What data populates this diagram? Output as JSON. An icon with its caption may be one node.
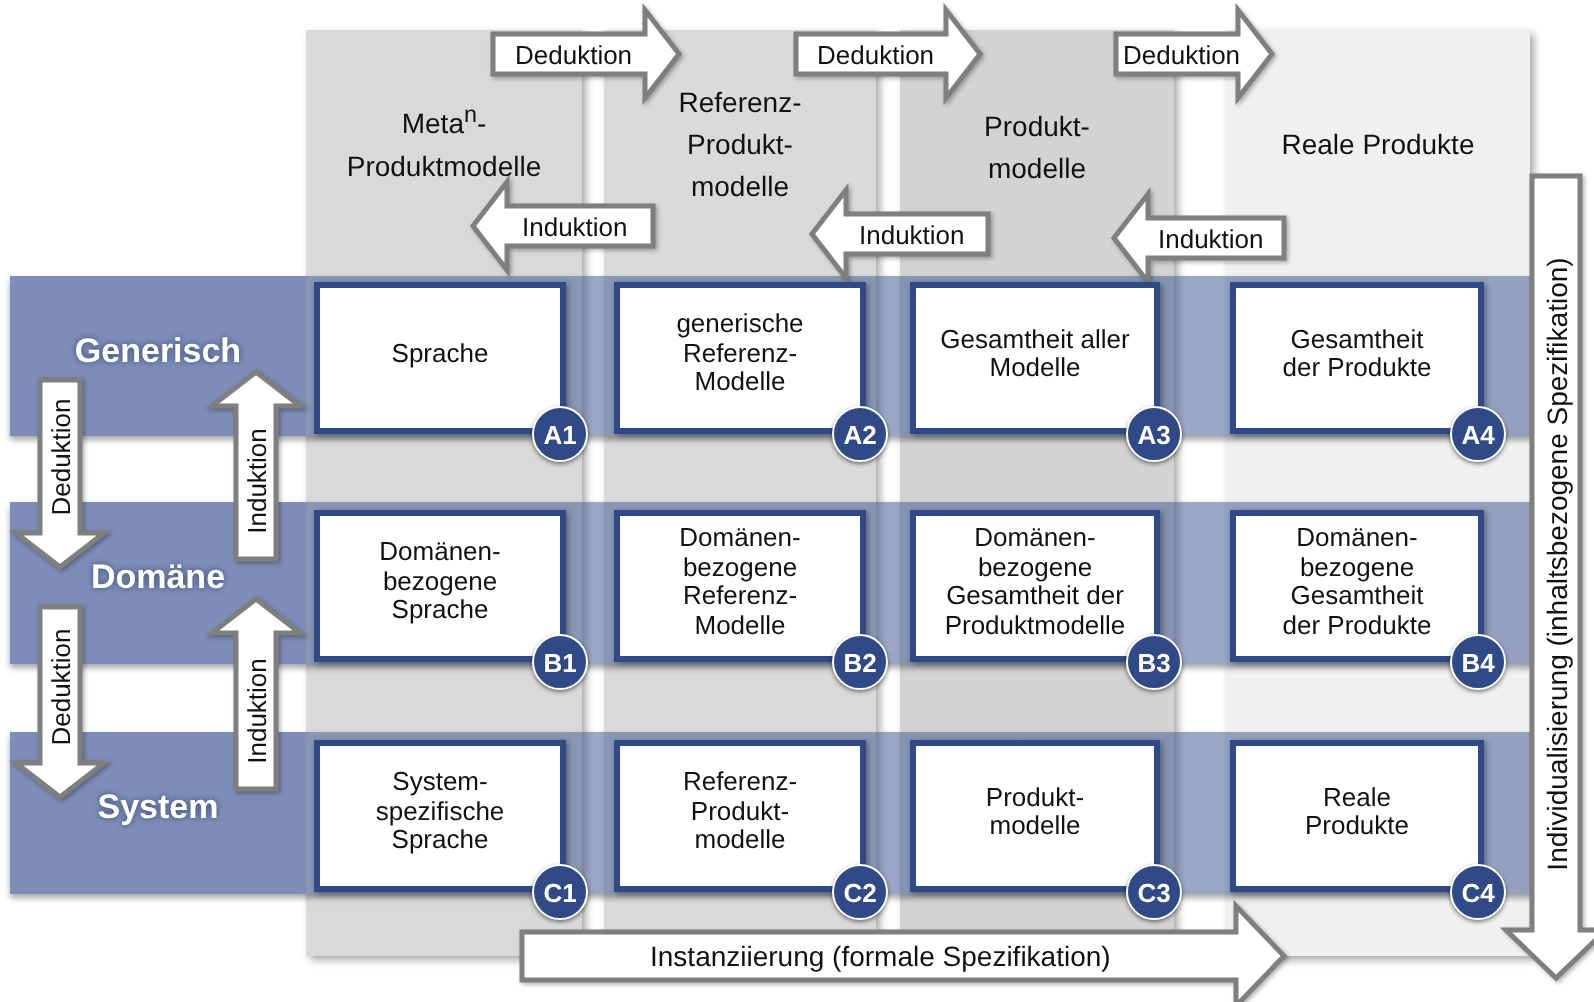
{
  "diagram": {
    "nodes": [
      {
        "text": [
          "Meta$^{n}$- Produktmodelle"
        ]
      },
      {
        "text": [
          "Referenz- Produkt- modelle"
        ]
      },
      {
        "text": [
          "Produkt- modelle"
        ]
      },
      {
        "text": [
          "Reale Produkte"
        ]
      },
      {
        "text": [
          "Generisch"
        ]
      },
      {
        "text": [
          "Domäne"
        ]
      },
      {
        "text": [
          "System"
        ]
      },
      {
        "text": [
          "Sprache"
        ],
        "beside": [
          "A1"
        ]
      },
      {
        "text": [
          "generische Referenz- Modelle"
        ],
        "beside": [
          "A2"
        ]
      },
      {
        "text": [
          "Gesamtheit aller Modelle"
        ],
        "beside": [
          "A3"
        ]
      },
      {
        "text": [
          "Gesamtheit der Produkte"
        ],
        "beside": [
          "A4"
        ]
      },
      {
        "text": [
          "Domänen- bezogene Sprache"
        ],
        "beside": [
          "B1"
        ]
      },
      {
        "text": [
          "Domänen- bezogene Referenz- Modelle"
        ],
        "beside": [
          "B2"
        ]
      },
      {
        "text": [
          "Domänen- bezogene Gesamtheit der Produktmodelle"
        ],
        "beside": [
          "B3"
        ]
      },
      {
        "text": [
          "Domänen- bezogene Gesamtheit der Produkte"
        ],
        "beside": [
          "B4"
        ]
      },
      {
        "text": [
          "System- spezifische Sprache"
        ],
        "beside": [
          "C1"
        ]
      },
      {
        "text": [
          "Referenz- Produkt- modelle"
        ],
        "beside": [
          "C2"
        ]
      },
      {
        "text": [
          "Produkt- modelle"
        ],
        "beside": [
          "C3"
        ]
      },
      {
        "text": [
          "Reale Produkte"
        ],
        "beside": [
          "C4"
        ]
      }
    ],
    "edges": [
      {
        "from": 0,
        "to": 1,
        "arrow": "to",
        "label": "Deduktion"
      },
      {
        "from": 1,
        "to": 2,
        "arrow": "to",
        "label": "Deduktion"
      },
      {
        "from": 2,
        "to": 3,
        "arrow": "to",
        "label": "Deduktion"
      },
      {
        "from": 1,
        "to": 0,
        "arrow": "to",
        "label": "Induktion"
      },
      {
        "from": 2,
        "to": 1,
        "arrow": "to",
        "label": "Induktion"
      },
      {
        "from": 3,
        "to": 2,
        "arrow": "to",
        "label": "Induktion"
      },
      {
        "from": 4,
        "to": 5,
        "arrow": "to",
        "label": "Deduktion"
      },
      {
        "from": 5,
        "to": 4,
        "arrow": "to",
        "label": "Induktion"
      },
      {
        "from": 5,
        "to": 6,
        "arrow": "to",
        "label": "Deduktion"
      },
      {
        "from": 6,
        "to": 5,
        "arrow": "to",
        "label": "Induktion"
      }
    ],
    "labels": [
      "Instanziierung (formale Spezifikation)",
      "Individualisierung (inhaltsbezogene Spezifikation)"
    ]
  }
}
